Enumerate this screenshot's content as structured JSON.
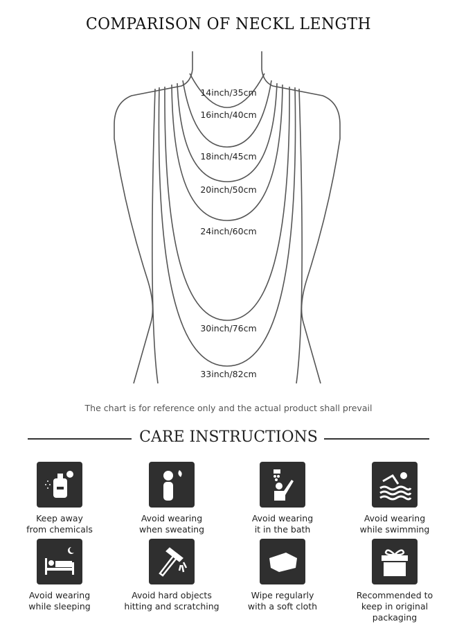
{
  "title": "COMPARISON OF NECKL LENGTH",
  "lengths": [
    "14inch/35cm",
    "16inch/40cm",
    "18inch/45cm",
    "20inch/50cm",
    "24inch/60cm",
    "30inch/76cm",
    "33inch/82cm"
  ],
  "note": "The chart is for reference only and the actual product shall prevail",
  "care_title": "CARE INSTRUCTIONS",
  "care": [
    {
      "icon": "perfume-icon",
      "line1": "Keep away",
      "line2": "from chemicals"
    },
    {
      "icon": "sweating-icon",
      "line1": "Avoid wearing",
      "line2": "when sweating"
    },
    {
      "icon": "shower-icon",
      "line1": "Avoid wearing",
      "line2": "it in the bath"
    },
    {
      "icon": "swimming-icon",
      "line1": "Avoid wearing",
      "line2": "while swimming"
    },
    {
      "icon": "bed-icon",
      "line1": "Avoid wearing",
      "line2": "while sleeping"
    },
    {
      "icon": "hammer-icon",
      "line1": "Avoid hard objects",
      "line2": "hitting and scratching"
    },
    {
      "icon": "cloth-icon",
      "line1": "Wipe regularly",
      "line2": "with a soft cloth"
    },
    {
      "icon": "gift-box-icon",
      "line1": "Recommended to",
      "line2": "keep in original packaging"
    }
  ]
}
